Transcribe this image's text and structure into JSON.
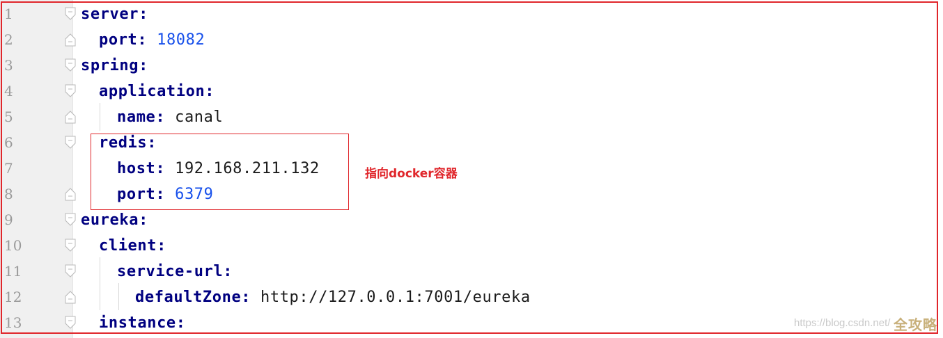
{
  "editor": {
    "lines": [
      {
        "number": "1",
        "key": "server",
        "value": ""
      },
      {
        "number": "2",
        "key": "port",
        "value": "18082"
      },
      {
        "number": "3",
        "key": "spring",
        "value": ""
      },
      {
        "number": "4",
        "key": "application",
        "value": ""
      },
      {
        "number": "5",
        "key": "name",
        "value": "canal"
      },
      {
        "number": "6",
        "key": "redis",
        "value": ""
      },
      {
        "number": "7",
        "key": "host",
        "value": "192.168.211.132"
      },
      {
        "number": "8",
        "key": "port",
        "value": "6379"
      },
      {
        "number": "9",
        "key": "eureka",
        "value": ""
      },
      {
        "number": "10",
        "key": "client",
        "value": ""
      },
      {
        "number": "11",
        "key": "service-url",
        "value": ""
      },
      {
        "number": "12",
        "key": "defaultZone",
        "value": "http://127.0.0.1:7001/eureka"
      },
      {
        "number": "13",
        "key": "instance",
        "value": ""
      }
    ],
    "colon": ":"
  },
  "annotation": {
    "text": "指向docker容器",
    "color": "#e0262b"
  },
  "watermark": {
    "url": "https://blog.csdn.net/",
    "logo": "全攻略"
  },
  "colors": {
    "key": "#000080",
    "number": "#1750eb",
    "string": "#1a1a1a",
    "highlight_border": "#e0262b",
    "gutter": "#f0f0f0"
  }
}
